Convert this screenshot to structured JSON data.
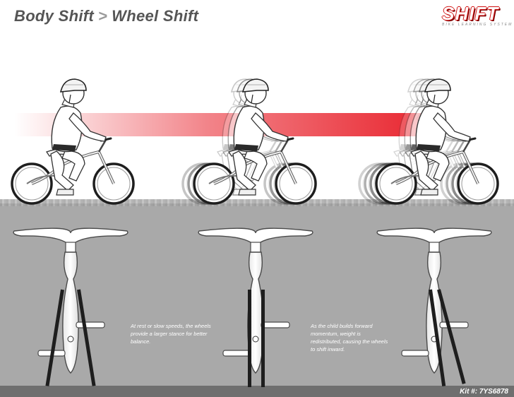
{
  "header": {
    "title_left": "Body Shift",
    "separator": ">",
    "title_right": "Wheel Shift"
  },
  "logo": {
    "word": "SHIFT",
    "tagline": "BIKE LEARNING SYSTEM"
  },
  "captions": {
    "stage_1": "At rest or slow speeds, the wheels provide a larger stance for better balance.",
    "stage_2": "As the child builds forward momentum, weight is redistributed, causing the wheels to shift inward."
  },
  "kit": "Kit #: 7YS6878",
  "colors": {
    "accent_red": "#e8202a",
    "title_gray": "#555555",
    "ground": "#a9a9a9"
  }
}
